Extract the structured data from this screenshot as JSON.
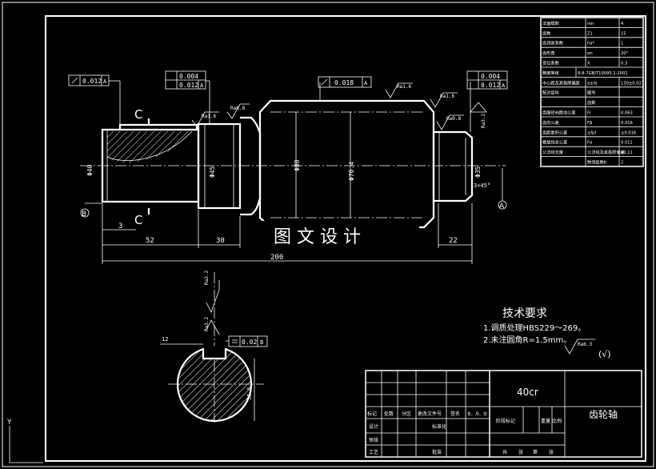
{
  "watermark": "图 文 设 计",
  "technical_requirements": {
    "title": "技术要求",
    "items": [
      "1.调质处理HBS229～269。",
      "2.未注圆角R=1.5mm。"
    ],
    "roughness_symbol": "Ra6.3",
    "roughness_note": "(√)"
  },
  "title_block": {
    "material": "40cr",
    "part_name": "齿轮轴",
    "row1": [
      "标记",
      "处数",
      "分区",
      "更改文件号",
      "签名",
      "年、月、日"
    ],
    "row2_left": [
      "设计",
      "",
      "",
      "标准化"
    ],
    "row2_right": [
      "阶段标记",
      "重量",
      "比例"
    ],
    "row3_left": [
      "审核"
    ],
    "row4_left": [
      "工艺",
      "",
      "",
      "批准"
    ],
    "row4_right": [
      "共",
      "张",
      "第",
      "张"
    ]
  },
  "gear_table": {
    "rows": [
      [
        "法面模数",
        "mn",
        "4"
      ],
      [
        "齿数",
        "Z1",
        "15"
      ],
      [
        "齿顶高系数",
        "ha*",
        "1"
      ],
      [
        "齿形角",
        "αn",
        "20°"
      ],
      [
        "变位系数",
        "X",
        "0.3"
      ],
      [
        "精度等级",
        "8-8-7GB/T10095.1-2001",
        ""
      ],
      [
        "中心距及其极限偏差",
        "a±fa",
        "130±0.027"
      ],
      [
        "配对齿轮",
        "图号",
        ""
      ],
      [
        "",
        "齿数",
        ""
      ],
      [
        "齿圈径向跳动公差",
        "Fr",
        "0.063"
      ],
      [
        "齿向公差",
        "Fβ",
        "0.016"
      ],
      [
        "齿距累积公差",
        "±fpt",
        "±0.016"
      ],
      [
        "螺旋线总公差",
        "Fα",
        "0.011"
      ],
      [
        "公法线长度",
        "公法线及其极限偏差",
        "30.11"
      ],
      [
        "",
        "跨测齿数K",
        "2"
      ]
    ]
  },
  "annotations": {
    "section_letter": "C",
    "datum_a": "A",
    "datum_b": "B",
    "fcf1": {
      "tol": "0.012",
      "datum": "A"
    },
    "fcf2": {
      "tol1": "0.004",
      "tol2": "0.012",
      "datum": "A"
    },
    "fcf3": {
      "tol": "0.018",
      "datum": "A"
    },
    "fcf4": {
      "tol1": "0.004",
      "tol2": "0.012",
      "datum": "A"
    },
    "fcf5": {
      "tol": "0.02",
      "datum": "B"
    },
    "ra_16": "Ra1.6",
    "ra_08": "Ra0.8",
    "ra_32": "Ra3.2",
    "dia_40": "Φ40",
    "dia_45": "Φ45",
    "dia_80": "Φ80",
    "dia_70": "Φ70.4",
    "dia_35": "Φ35",
    "dim_3": "3",
    "dim_52": "52",
    "dim_30": "30",
    "dim_22": "22",
    "dim_200": "200",
    "chamfer": "3×45°",
    "key_width": "12",
    "key_depth": "35.5"
  }
}
